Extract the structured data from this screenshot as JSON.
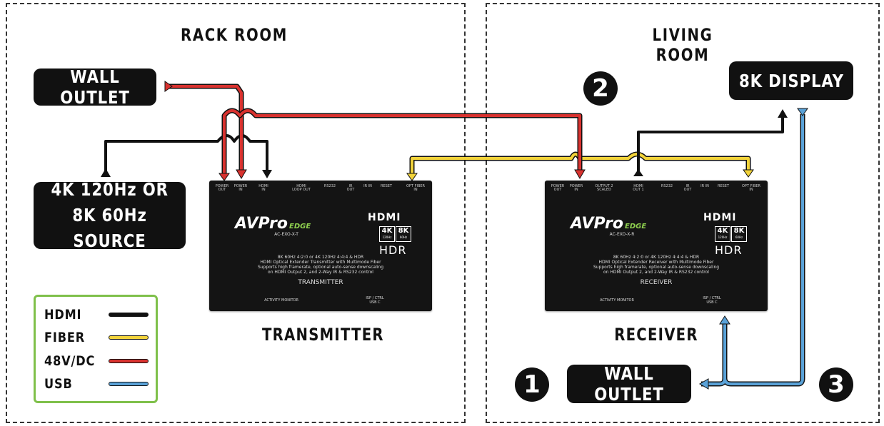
{
  "rooms": {
    "rack_room": "RACK ROOM",
    "living_room": "LIVING ROOM"
  },
  "rack": {
    "wall_outlet": "WALL OUTLET",
    "source_line1": "4K 120Hz OR",
    "source_line2": "8K 60Hz SOURCE",
    "transmitter_label": "TRANSMITTER"
  },
  "living": {
    "display": "8K DISPLAY",
    "wall_outlet": "WALL OUTLET",
    "receiver_label": "RECEIVER"
  },
  "steps": [
    "1",
    "2",
    "3"
  ],
  "legend": [
    {
      "label": "HDMI",
      "color": "#111111"
    },
    {
      "label": "FIBER",
      "color": "#f2d33a"
    },
    {
      "label": "48V/DC",
      "color": "#d8322f"
    },
    {
      "label": "USB",
      "color": "#5aa2d8"
    }
  ],
  "transmitter": {
    "brand": "AVPro",
    "brand_suffix": "EDGE",
    "model": "AC-EXO-X-T",
    "hdmi_logo": "HDMI",
    "badge_4k": "4K",
    "badge_4k_sub": "120Hz",
    "badge_8k": "8K",
    "badge_8k_sub": "60Hz",
    "hdr": "HDR",
    "desc_line1": "8K 60Hz 4:2:0 or 4K 120Hz 4:4:4 & HDR",
    "desc_line2": "HDMI Optical Extender Transmitter with Multimode Fiber",
    "desc_line3": "Supports high framerate, optional auto-sense downscaling",
    "desc_line4": "on HDMI Output 2, and 2-Way IR & RS232 control",
    "panel_name": "TRANSMITTER",
    "activity": "ACTIVITY MONITOR",
    "usb": "ISP / CTRL USB C",
    "ports": [
      "POWER OUT",
      "POWER IN",
      "HDMI IN",
      "HDMI LOOP OUT",
      "RS232",
      "IR OUT",
      "IR IN",
      "RESET",
      "OPT FIBER IN"
    ]
  },
  "receiver": {
    "brand": "AVPro",
    "brand_suffix": "EDGE",
    "model": "AC-EXO-X-R",
    "hdmi_logo": "HDMI",
    "badge_4k": "4K",
    "badge_4k_sub": "120Hz",
    "badge_8k": "8K",
    "badge_8k_sub": "60Hz",
    "hdr": "HDR",
    "desc_line1": "8K 60Hz 4:2:0 or 4K 120Hz 4:4:4 & HDR",
    "desc_line2": "HDMI Optical Extender Receiver with Multimode Fiber",
    "desc_line3": "Supports high framerate, optional auto-sense downscaling",
    "desc_line4": "on HDMI Output 2, and 2-Way IR & RS232 control",
    "panel_name": "RECEIVER",
    "activity": "ACTIVITY MONITOR",
    "usb": "ISP / CTRL USB C",
    "ports": [
      "POWER OUT",
      "POWER IN",
      "OUTPUT 2 SCALED",
      "HDMI OUT 1",
      "RS232",
      "IR OUT",
      "IR IN",
      "RESET",
      "OPT FIBER IN"
    ]
  }
}
